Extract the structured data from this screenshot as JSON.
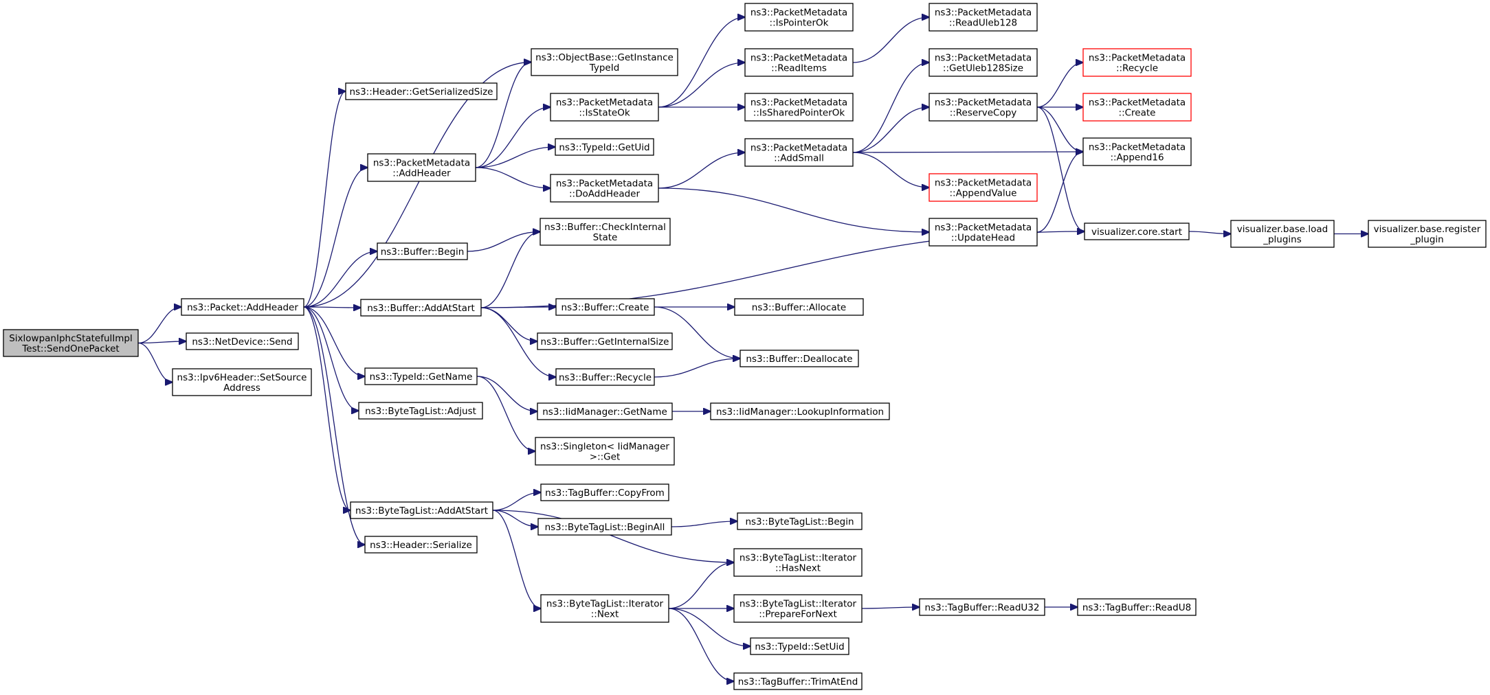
{
  "colors": {
    "edge": "#191970",
    "node_border": "#000000",
    "node_border_incomplete": "#ff0000",
    "root_fill": "#bfbfbf",
    "node_fill": "#ffffff"
  },
  "nodes": [
    {
      "id": "root",
      "lines": [
        "SixlowpanIphcStatefulImpl",
        "Test::SendOnePacket"
      ],
      "style": "root"
    },
    {
      "id": "pkt_addheader",
      "lines": [
        "ns3::Packet::AddHeader"
      ]
    },
    {
      "id": "netdev_send",
      "lines": [
        "ns3::NetDevice::Send"
      ]
    },
    {
      "id": "ipv6_setsrc",
      "lines": [
        "ns3::Ipv6Header::SetSource",
        "Address"
      ]
    },
    {
      "id": "hdr_getsersize",
      "lines": [
        "ns3::Header::GetSerializedSize"
      ]
    },
    {
      "id": "objbase_getinst",
      "lines": [
        "ns3::ObjectBase::GetInstance",
        "TypeId"
      ]
    },
    {
      "id": "pm_addheader",
      "lines": [
        "ns3::PacketMetadata",
        "::AddHeader"
      ]
    },
    {
      "id": "buf_begin",
      "lines": [
        "ns3::Buffer::Begin"
      ]
    },
    {
      "id": "buf_addatstart",
      "lines": [
        "ns3::Buffer::AddAtStart"
      ]
    },
    {
      "id": "typeid_getname",
      "lines": [
        "ns3::TypeId::GetName"
      ]
    },
    {
      "id": "btl_adjust",
      "lines": [
        "ns3::ByteTagList::Adjust"
      ]
    },
    {
      "id": "btl_addatstart",
      "lines": [
        "ns3::ByteTagList::AddAtStart"
      ]
    },
    {
      "id": "hdr_serialize",
      "lines": [
        "ns3::Header::Serialize"
      ]
    },
    {
      "id": "pm_isstateok",
      "lines": [
        "ns3::PacketMetadata",
        "::IsStateOk"
      ]
    },
    {
      "id": "typeid_getuid",
      "lines": [
        "ns3::TypeId::GetUid"
      ]
    },
    {
      "id": "pm_doaddheader",
      "lines": [
        "ns3::PacketMetadata",
        "::DoAddHeader"
      ]
    },
    {
      "id": "buf_checkint",
      "lines": [
        "ns3::Buffer::CheckInternal",
        "State"
      ]
    },
    {
      "id": "buf_create",
      "lines": [
        "ns3::Buffer::Create"
      ]
    },
    {
      "id": "buf_getintsize",
      "lines": [
        "ns3::Buffer::GetInternalSize"
      ]
    },
    {
      "id": "buf_recycle",
      "lines": [
        "ns3::Buffer::Recycle"
      ]
    },
    {
      "id": "iid_getname",
      "lines": [
        "ns3::IidManager::GetName"
      ]
    },
    {
      "id": "singleton_get",
      "lines": [
        "ns3::Singleton< IidManager",
        ">::Get"
      ]
    },
    {
      "id": "tb_copyfrom",
      "lines": [
        "ns3::TagBuffer::CopyFrom"
      ]
    },
    {
      "id": "btl_beginall",
      "lines": [
        "ns3::ByteTagList::BeginAll"
      ]
    },
    {
      "id": "btli_next",
      "lines": [
        "ns3::ByteTagList::Iterator",
        "::Next"
      ]
    },
    {
      "id": "pm_ispointerok",
      "lines": [
        "ns3::PacketMetadata",
        "::IsPointerOk"
      ]
    },
    {
      "id": "pm_readitems",
      "lines": [
        "ns3::PacketMetadata",
        "::ReadItems"
      ]
    },
    {
      "id": "pm_issharedptr",
      "lines": [
        "ns3::PacketMetadata",
        "::IsSharedPointerOk"
      ]
    },
    {
      "id": "pm_addsmall",
      "lines": [
        "ns3::PacketMetadata",
        "::AddSmall"
      ]
    },
    {
      "id": "buf_allocate",
      "lines": [
        "ns3::Buffer::Allocate"
      ]
    },
    {
      "id": "buf_deallocate",
      "lines": [
        "ns3::Buffer::Deallocate"
      ]
    },
    {
      "id": "iid_lookup",
      "lines": [
        "ns3::IidManager::LookupInformation"
      ]
    },
    {
      "id": "btl_begin",
      "lines": [
        "ns3::ByteTagList::Begin"
      ]
    },
    {
      "id": "btli_hasnext",
      "lines": [
        "ns3::ByteTagList::Iterator",
        "::HasNext"
      ]
    },
    {
      "id": "btli_prepare",
      "lines": [
        "ns3::ByteTagList::Iterator",
        "::PrepareForNext"
      ]
    },
    {
      "id": "typeid_setuid",
      "lines": [
        "ns3::TypeId::SetUid"
      ]
    },
    {
      "id": "tb_trimatend",
      "lines": [
        "ns3::TagBuffer::TrimAtEnd"
      ]
    },
    {
      "id": "pm_readuleb",
      "lines": [
        "ns3::PacketMetadata",
        "::ReadUleb128"
      ]
    },
    {
      "id": "pm_getulebsize",
      "lines": [
        "ns3::PacketMetadata",
        "::GetUleb128Size"
      ]
    },
    {
      "id": "pm_reservecopy",
      "lines": [
        "ns3::PacketMetadata",
        "::ReserveCopy"
      ]
    },
    {
      "id": "pm_appendvalue",
      "lines": [
        "ns3::PacketMetadata",
        "::AppendValue"
      ],
      "style": "red"
    },
    {
      "id": "pm_updatehead",
      "lines": [
        "ns3::PacketMetadata",
        "::UpdateHead"
      ]
    },
    {
      "id": "tb_readu32",
      "lines": [
        "ns3::TagBuffer::ReadU32"
      ]
    },
    {
      "id": "pm_recycle",
      "lines": [
        "ns3::PacketMetadata",
        "::Recycle"
      ],
      "style": "red"
    },
    {
      "id": "pm_create",
      "lines": [
        "ns3::PacketMetadata",
        "::Create"
      ],
      "style": "red"
    },
    {
      "id": "pm_append16",
      "lines": [
        "ns3::PacketMetadata",
        "::Append16"
      ]
    },
    {
      "id": "vis_core_start",
      "lines": [
        "visualizer.core.start"
      ]
    },
    {
      "id": "tb_readu8",
      "lines": [
        "ns3::TagBuffer::ReadU8"
      ]
    },
    {
      "id": "vis_load_plugins",
      "lines": [
        "visualizer.base.load",
        "_plugins"
      ]
    },
    {
      "id": "vis_register",
      "lines": [
        "visualizer.base.register",
        "_plugin"
      ]
    }
  ],
  "edges": [
    [
      "root",
      "pkt_addheader"
    ],
    [
      "root",
      "netdev_send"
    ],
    [
      "root",
      "ipv6_setsrc"
    ],
    [
      "pkt_addheader",
      "hdr_getsersize"
    ],
    [
      "pkt_addheader",
      "objbase_getinst"
    ],
    [
      "pkt_addheader",
      "pm_addheader"
    ],
    [
      "pkt_addheader",
      "buf_begin"
    ],
    [
      "pkt_addheader",
      "buf_addatstart"
    ],
    [
      "pkt_addheader",
      "typeid_getname"
    ],
    [
      "pkt_addheader",
      "btl_adjust"
    ],
    [
      "pkt_addheader",
      "btl_addatstart"
    ],
    [
      "pkt_addheader",
      "hdr_serialize"
    ],
    [
      "pm_addheader",
      "objbase_getinst"
    ],
    [
      "pm_addheader",
      "pm_isstateok"
    ],
    [
      "pm_addheader",
      "typeid_getuid"
    ],
    [
      "pm_addheader",
      "pm_doaddheader"
    ],
    [
      "buf_begin",
      "buf_checkint"
    ],
    [
      "buf_addatstart",
      "buf_checkint"
    ],
    [
      "buf_addatstart",
      "vis_core_start"
    ],
    [
      "buf_addatstart",
      "buf_create"
    ],
    [
      "buf_addatstart",
      "buf_getintsize"
    ],
    [
      "buf_addatstart",
      "buf_recycle"
    ],
    [
      "typeid_getname",
      "iid_getname"
    ],
    [
      "typeid_getname",
      "singleton_get"
    ],
    [
      "btl_addatstart",
      "tb_copyfrom"
    ],
    [
      "btl_addatstart",
      "btl_beginall"
    ],
    [
      "btl_addatstart",
      "btli_hasnext"
    ],
    [
      "btl_addatstart",
      "btli_next"
    ],
    [
      "pm_isstateok",
      "pm_ispointerok"
    ],
    [
      "pm_isstateok",
      "pm_readitems"
    ],
    [
      "pm_isstateok",
      "pm_issharedptr"
    ],
    [
      "pm_doaddheader",
      "pm_addsmall"
    ],
    [
      "pm_doaddheader",
      "pm_updatehead"
    ],
    [
      "buf_create",
      "buf_allocate"
    ],
    [
      "buf_create",
      "buf_deallocate"
    ],
    [
      "buf_recycle",
      "buf_deallocate"
    ],
    [
      "iid_getname",
      "iid_lookup"
    ],
    [
      "btl_beginall",
      "btl_begin"
    ],
    [
      "btli_next",
      "btli_hasnext"
    ],
    [
      "btli_next",
      "btli_prepare"
    ],
    [
      "btli_next",
      "typeid_setuid"
    ],
    [
      "btli_next",
      "tb_trimatend"
    ],
    [
      "pm_readitems",
      "pm_readuleb"
    ],
    [
      "pm_addsmall",
      "pm_getulebsize"
    ],
    [
      "pm_addsmall",
      "pm_reservecopy"
    ],
    [
      "pm_addsmall",
      "pm_append16"
    ],
    [
      "pm_addsmall",
      "pm_appendvalue"
    ],
    [
      "pm_reservecopy",
      "pm_recycle"
    ],
    [
      "pm_reservecopy",
      "pm_create"
    ],
    [
      "pm_reservecopy",
      "pm_append16"
    ],
    [
      "pm_reservecopy",
      "vis_core_start"
    ],
    [
      "pm_updatehead",
      "pm_append16"
    ],
    [
      "btli_prepare",
      "tb_readu32"
    ],
    [
      "tb_readu32",
      "tb_readu8"
    ],
    [
      "vis_core_start",
      "vis_load_plugins"
    ],
    [
      "vis_load_plugins",
      "vis_register"
    ]
  ]
}
